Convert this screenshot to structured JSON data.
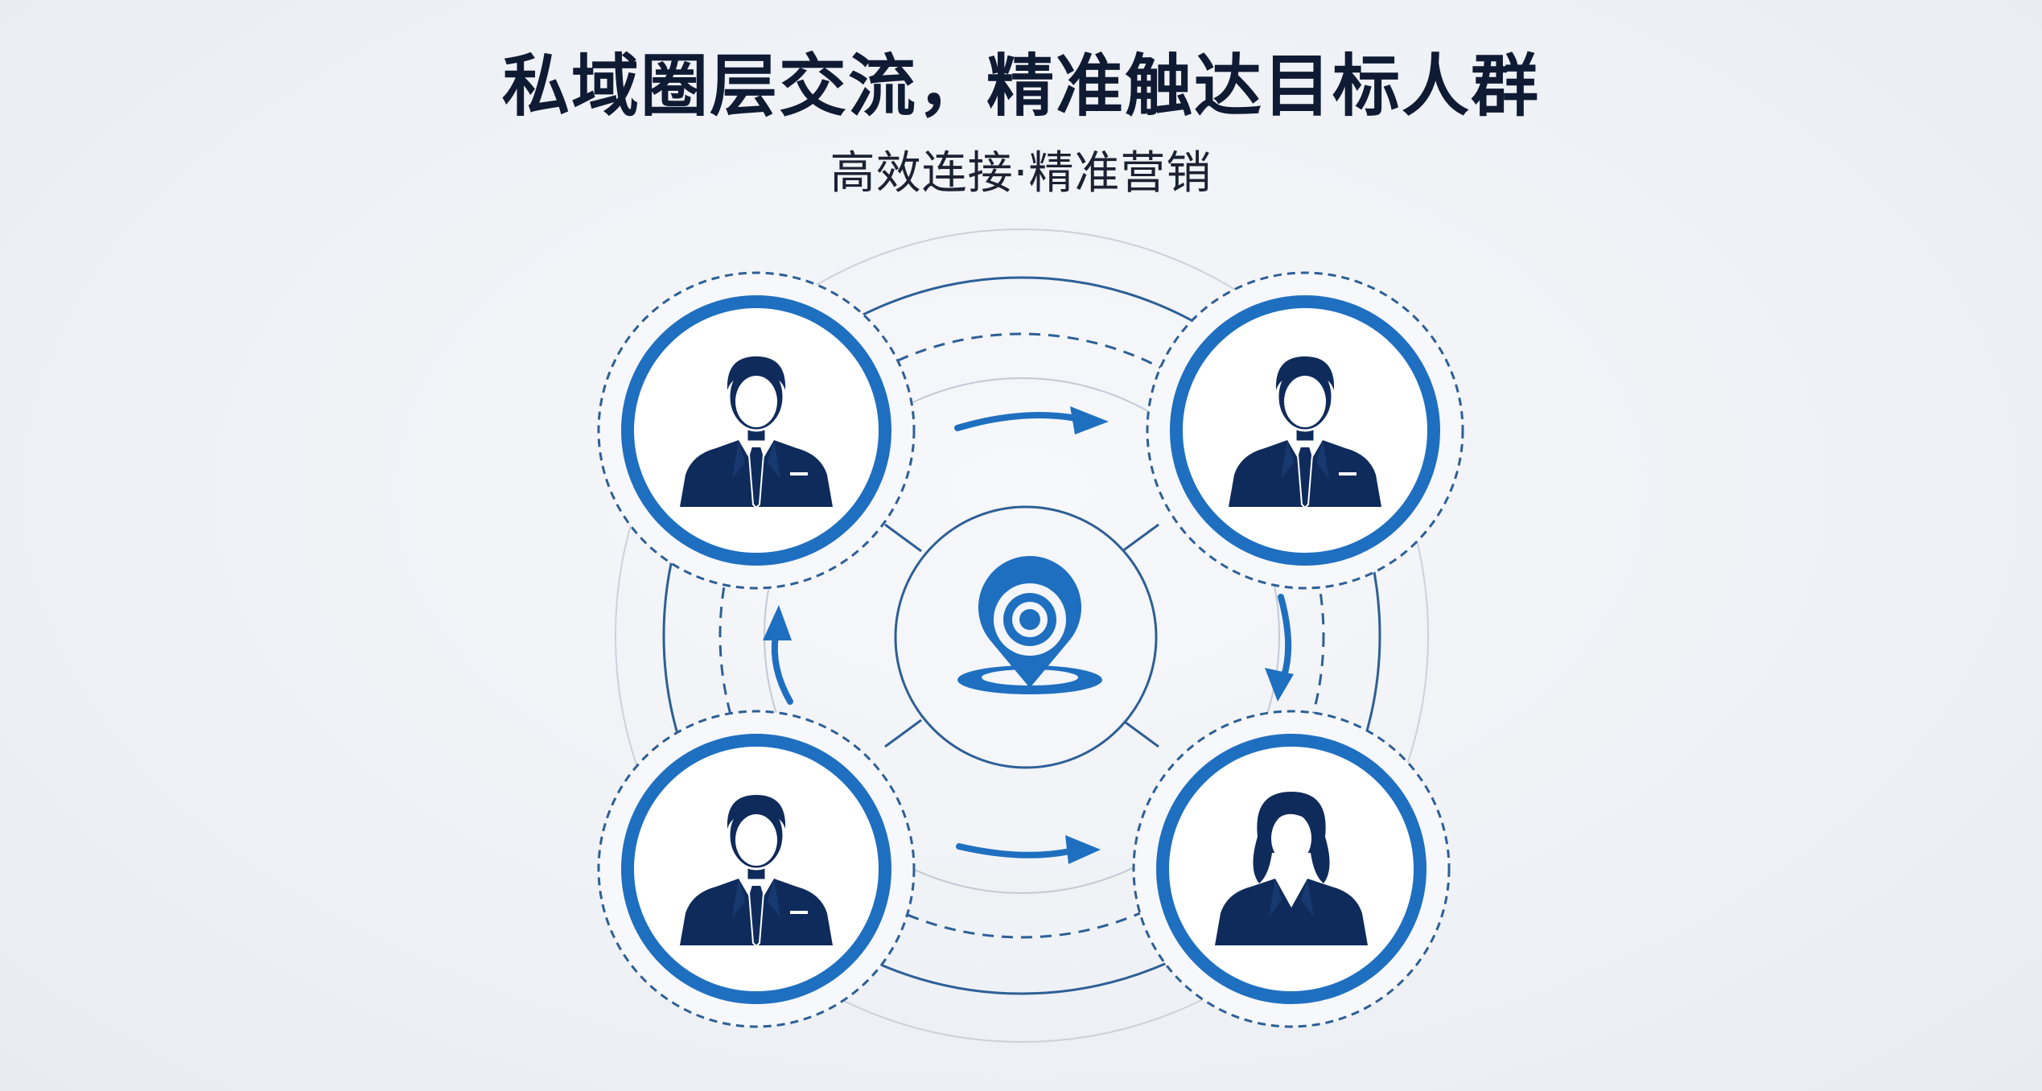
{
  "header": {
    "title": "私域圈层交流，精准触达目标人群",
    "subtitle": "高效连接·精准营销"
  },
  "colors": {
    "accent_blue": "#1f6fc0",
    "navy": "#0f2b5b",
    "line_gray": "#c4cad4",
    "line_blue": "#2d5f96"
  },
  "nodes": [
    {
      "name": "person-man-top-left",
      "icon": "businessman-icon"
    },
    {
      "name": "person-man-top-right",
      "icon": "businessman-icon"
    },
    {
      "name": "person-man-bottom-left",
      "icon": "businessman-icon"
    },
    {
      "name": "person-woman-bottom-right",
      "icon": "businesswoman-icon"
    }
  ],
  "center": {
    "icon": "location-pin-icon"
  }
}
